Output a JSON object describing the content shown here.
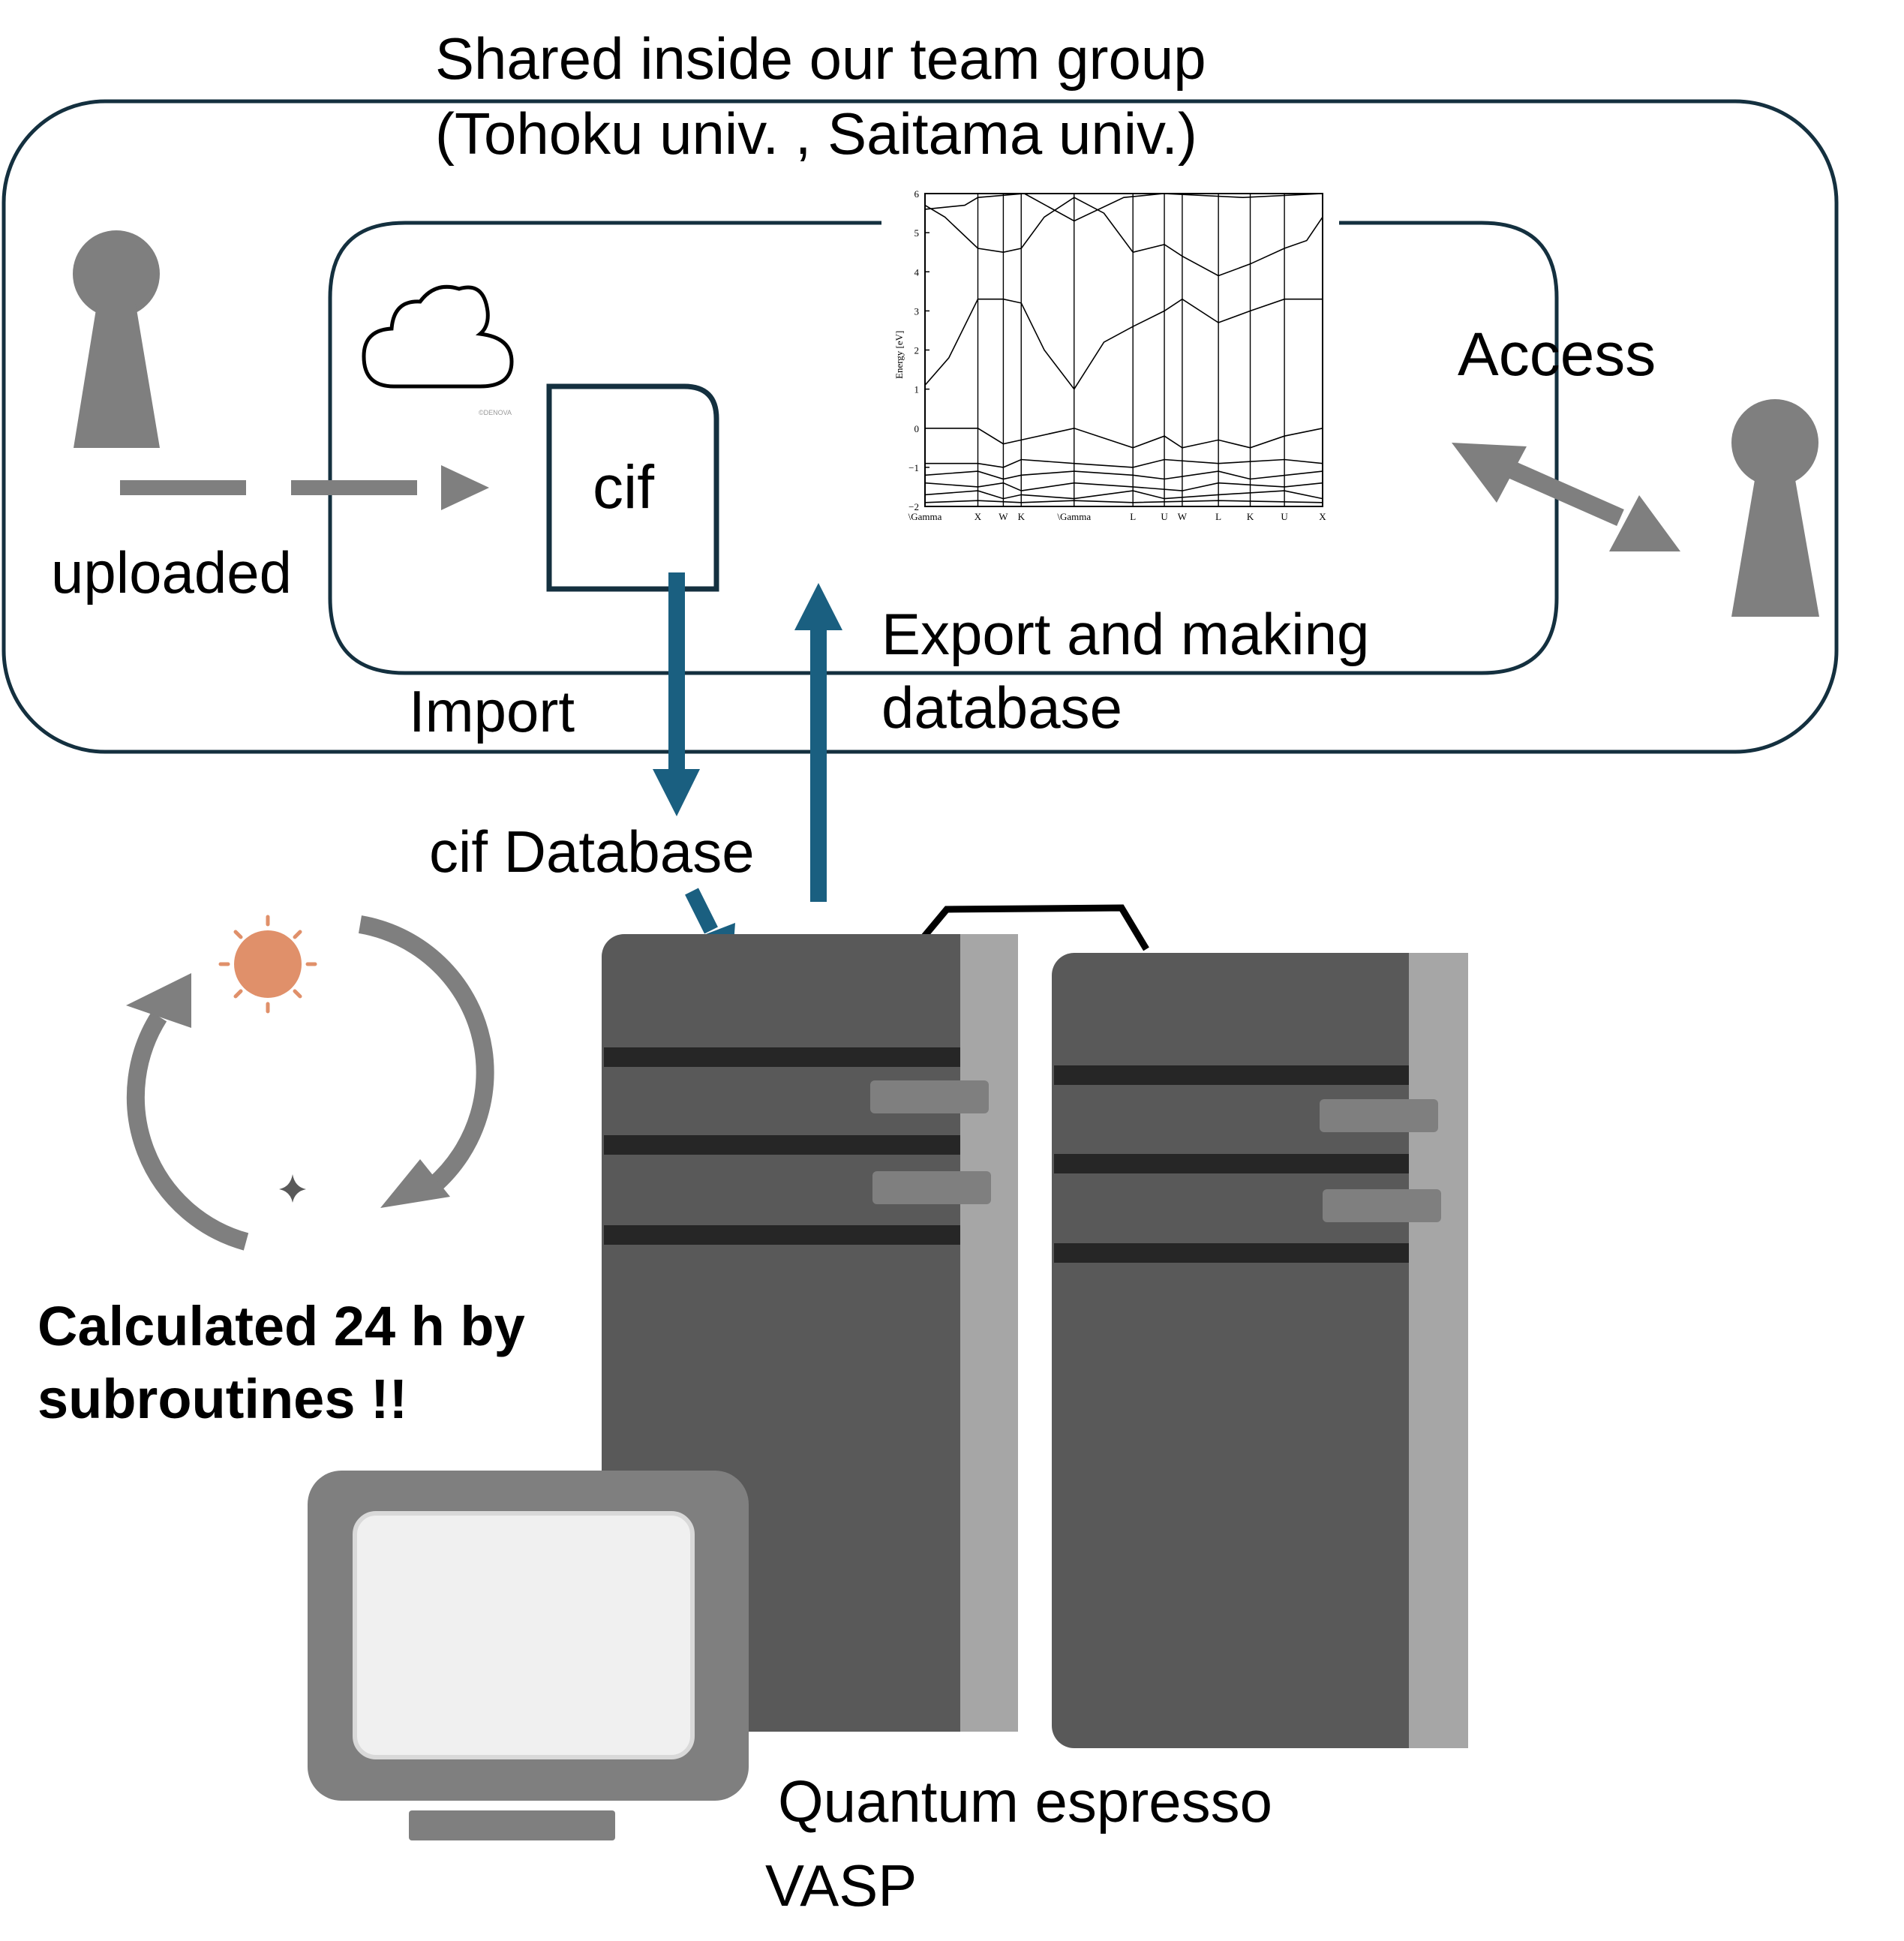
{
  "labels": {
    "group_title_line1": "Shared inside our team group",
    "group_title_line2": "(Tohoku univ. , Saitama univ.)",
    "uploaded": "uploaded",
    "cif_box": "cif",
    "access": "Access",
    "import": "Import",
    "export_line1": "Export and making",
    "export_line2": "database",
    "cif_database": "cif Database",
    "calculated_line1": "Calculated 24 h by",
    "calculated_line2": "subroutines !!",
    "software_1": "Quantum espresso",
    "software_2": "VASP"
  },
  "band_structure": {
    "ylabel": "Energy [eV]",
    "y_ticks": [
      "6",
      "5",
      "4",
      "3",
      "2",
      "1",
      "0",
      "−1",
      "−2"
    ],
    "k_labels": [
      "\\Gamma",
      "X",
      "W",
      "K",
      "\\Gamma",
      "L",
      "U",
      "W",
      "L",
      "K",
      "U",
      "X"
    ]
  },
  "icons": {
    "cloud": "cloud-icon",
    "person_left": "person-icon",
    "person_right": "person-icon",
    "sun": "sun-icon",
    "moon": "moon-icon",
    "monitor": "monitor-icon",
    "server": "server-tower-icon"
  },
  "colors": {
    "outline": "#14303f",
    "arrow_blue": "#1a5f80",
    "gray": "#7f7f7f",
    "server_body": "#595959",
    "server_edge": "#a6a6a6",
    "sun": "#e0906a"
  }
}
